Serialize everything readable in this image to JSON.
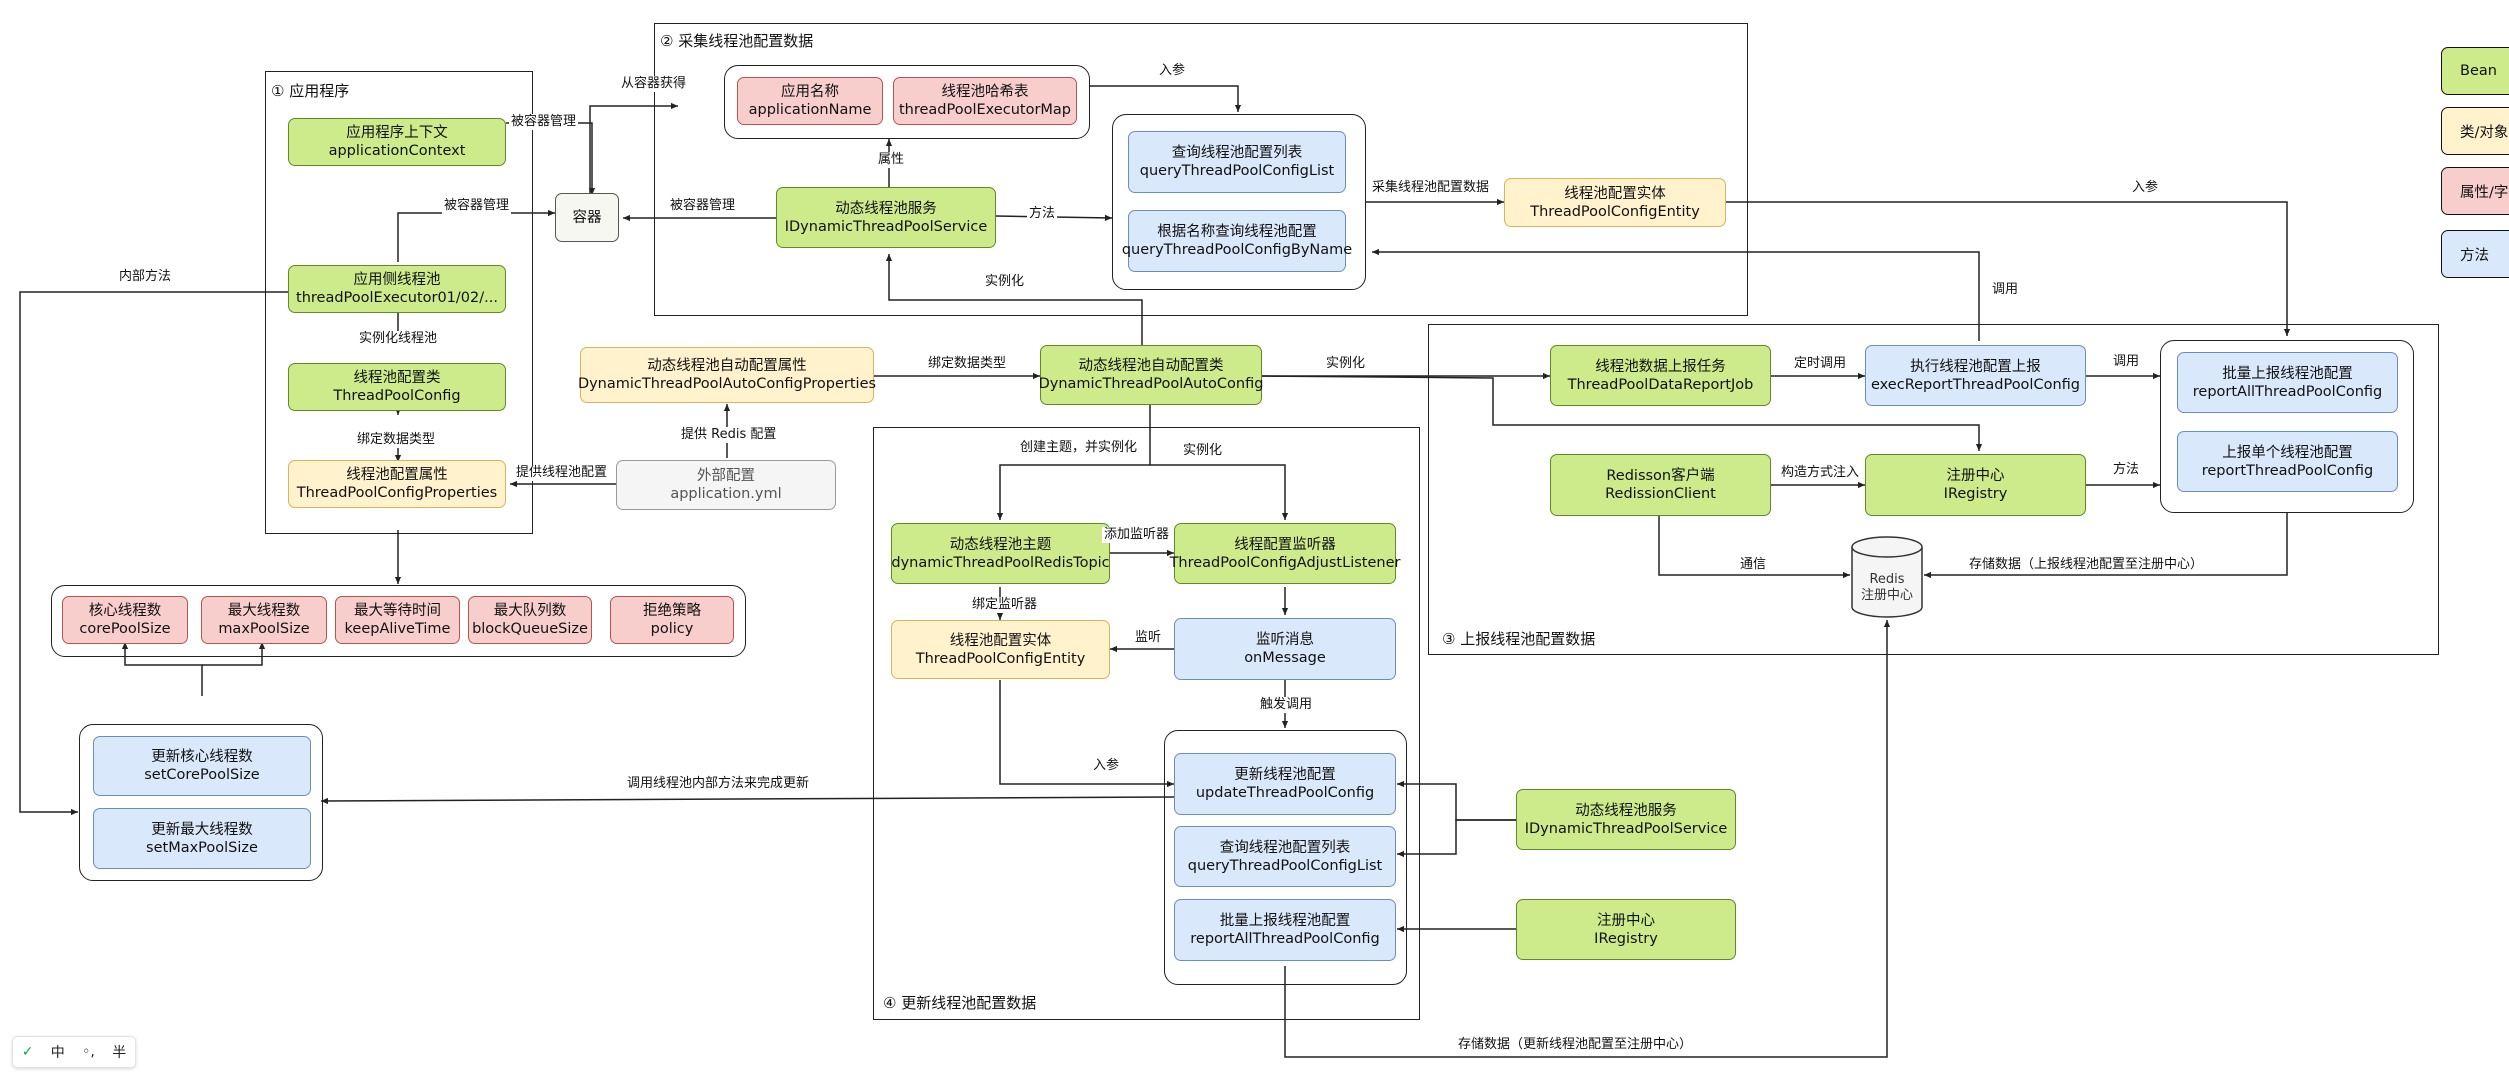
{
  "panels": {
    "app": "① 应用程序",
    "collect": "② 采集线程池配置数据",
    "report": "③ 上报线程池配置数据",
    "update": "④ 更新线程池配置数据"
  },
  "nodes": {
    "appContext": [
      "应用程序上下文",
      "applicationContext"
    ],
    "executor": [
      "应用侧线程池",
      "threadPoolExecutor01/02/..."
    ],
    "tpConfig": [
      "线程池配置类",
      "ThreadPoolConfig"
    ],
    "tpProps": [
      "线程池配置属性",
      "ThreadPoolConfigProperties"
    ],
    "container": [
      "容器"
    ],
    "extConfig": [
      "外部配置",
      "application.yml"
    ],
    "autoProps": [
      "动态线程池自动配置属性",
      "DynamicThreadPoolAutoConfigProperties"
    ],
    "autoConfig": [
      "动态线程池自动配置类",
      "DynamicThreadPoolAutoConfig"
    ],
    "appName": [
      "应用名称",
      "applicationName"
    ],
    "tpMap": [
      "线程池哈希表",
      "threadPoolExecutorMap"
    ],
    "dtpService": [
      "动态线程池服务",
      "IDynamicThreadPoolService"
    ],
    "qList": [
      "查询线程池配置列表",
      "queryThreadPoolConfigList"
    ],
    "qByName": [
      "根据名称查询线程池配置",
      "queryThreadPoolConfigByName"
    ],
    "entity1": [
      "线程池配置实体",
      "ThreadPoolConfigEntity"
    ],
    "reportJob": [
      "线程池数据上报任务",
      "ThreadPoolDataReportJob"
    ],
    "execReport": [
      "执行线程池配置上报",
      "execReportThreadPoolConfig"
    ],
    "reportAll1": [
      "批量上报线程池配置",
      "reportAllThreadPoolConfig"
    ],
    "reportOne": [
      "上报单个线程池配置",
      "reportThreadPoolConfig"
    ],
    "redisson": [
      "Redisson客户端",
      "RedissionClient"
    ],
    "registry1": [
      "注册中心",
      "IRegistry"
    ],
    "core": [
      "核心线程数",
      "corePoolSize"
    ],
    "max": [
      "最大线程数",
      "maxPoolSize"
    ],
    "alive": [
      "最大等待时间",
      "keepAliveTime"
    ],
    "queue": [
      "最大队列数",
      "blockQueueSize"
    ],
    "policy": [
      "拒绝策略",
      "policy"
    ],
    "setCore": [
      "更新核心线程数",
      "setCorePoolSize"
    ],
    "setMax": [
      "更新最大线程数",
      "setMaxPoolSize"
    ],
    "topic": [
      "动态线程池主题",
      "dynamicThreadPoolRedisTopic"
    ],
    "listener": [
      "线程配置监听器",
      "ThreadPoolConfigAdjustListener"
    ],
    "entity2": [
      "线程池配置实体",
      "ThreadPoolConfigEntity"
    ],
    "onMessage": [
      "监听消息",
      "onMessage"
    ],
    "updateCfg": [
      "更新线程池配置",
      "updateThreadPoolConfig"
    ],
    "qList2": [
      "查询线程池配置列表",
      "queryThreadPoolConfigList"
    ],
    "reportAll2": [
      "批量上报线程池配置",
      "reportAllThreadPoolConfig"
    ],
    "dtpService2": [
      "动态线程池服务",
      "IDynamicThreadPoolService"
    ],
    "registry2": [
      "注册中心",
      "IRegistry"
    ]
  },
  "redis": {
    "line1": "Redis",
    "line2": "注册中心"
  },
  "edgeLabels": {
    "managed1": "被容器管理",
    "managed2": "被容器管理",
    "managed3": "被容器管理",
    "fromContainer": "从容器获得",
    "inParam1": "入参",
    "attr": "属性",
    "method1": "方法",
    "collectData": "采集线程池配置数据",
    "inParam2": "入参",
    "call1": "调用",
    "instantiate1": "实例化",
    "internalMethod": "内部方法",
    "instThreadPool": "实例化线程池",
    "bindType1": "绑定数据类型",
    "provideProps": "提供线程池配置",
    "provideRedis": "提供 Redis 配置",
    "bindType2": "绑定数据类型",
    "instantiate2": "实例化",
    "timedCall": "定时调用",
    "call2": "调用",
    "ctorInject": "构造方式注入",
    "method2": "方法",
    "comm": "通信",
    "storeReport": "存储数据（上报线程池配置至注册中心）",
    "createTopic": "创建主题，并实例化",
    "instantiate3": "实例化",
    "addListener": "添加监听器",
    "bindListener": "绑定监听器",
    "listen": "监听",
    "triggerCall": "触发调用",
    "inParam3": "入参",
    "callInternal": "调用线程池内部方法来完成更新",
    "storeUpdate": "存储数据（更新线程池配置至注册中心）"
  },
  "legend": {
    "bean": "Bean",
    "cls": "类/对象",
    "attr": "属性/字段",
    "meth": "方法"
  },
  "ime": {
    "icon": "✓",
    "a": "中",
    "b": "◦,",
    "c": "半"
  }
}
